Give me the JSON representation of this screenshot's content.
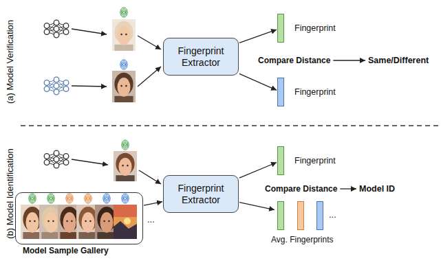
{
  "diagram": {
    "nodes": [
      {
        "text": [
          "Fingerprint Extractor"
        ]
      },
      {
        "text": [
          "Fingerprint"
        ]
      },
      {
        "text": [
          "Fingerprint"
        ]
      },
      {
        "text": [
          "Model Sample Gallery"
        ]
      },
      {
        "text": [
          "Fingerprint Extractor"
        ]
      },
      {
        "text": [
          "Fingerprint"
        ]
      },
      {
        "text": [
          "...",
          "Avg. Fingerprints"
        ]
      }
    ],
    "edges": [
      {
        "from": 0,
        "to": 1,
        "arrow": "to"
      },
      {
        "from": 0,
        "to": 2,
        "arrow": "to"
      },
      {
        "from": 3,
        "to": 4,
        "arrow": "to"
      },
      {
        "from": 4,
        "to": 5,
        "arrow": "to"
      },
      {
        "from": 4,
        "to": 6,
        "arrow": "to"
      }
    ],
    "labels": [
      "(a) Model Verification",
      "Compare Distance",
      "Same/Different",
      "(b) Model Identification",
      "...",
      "Compare Distance",
      "Model ID"
    ]
  }
}
